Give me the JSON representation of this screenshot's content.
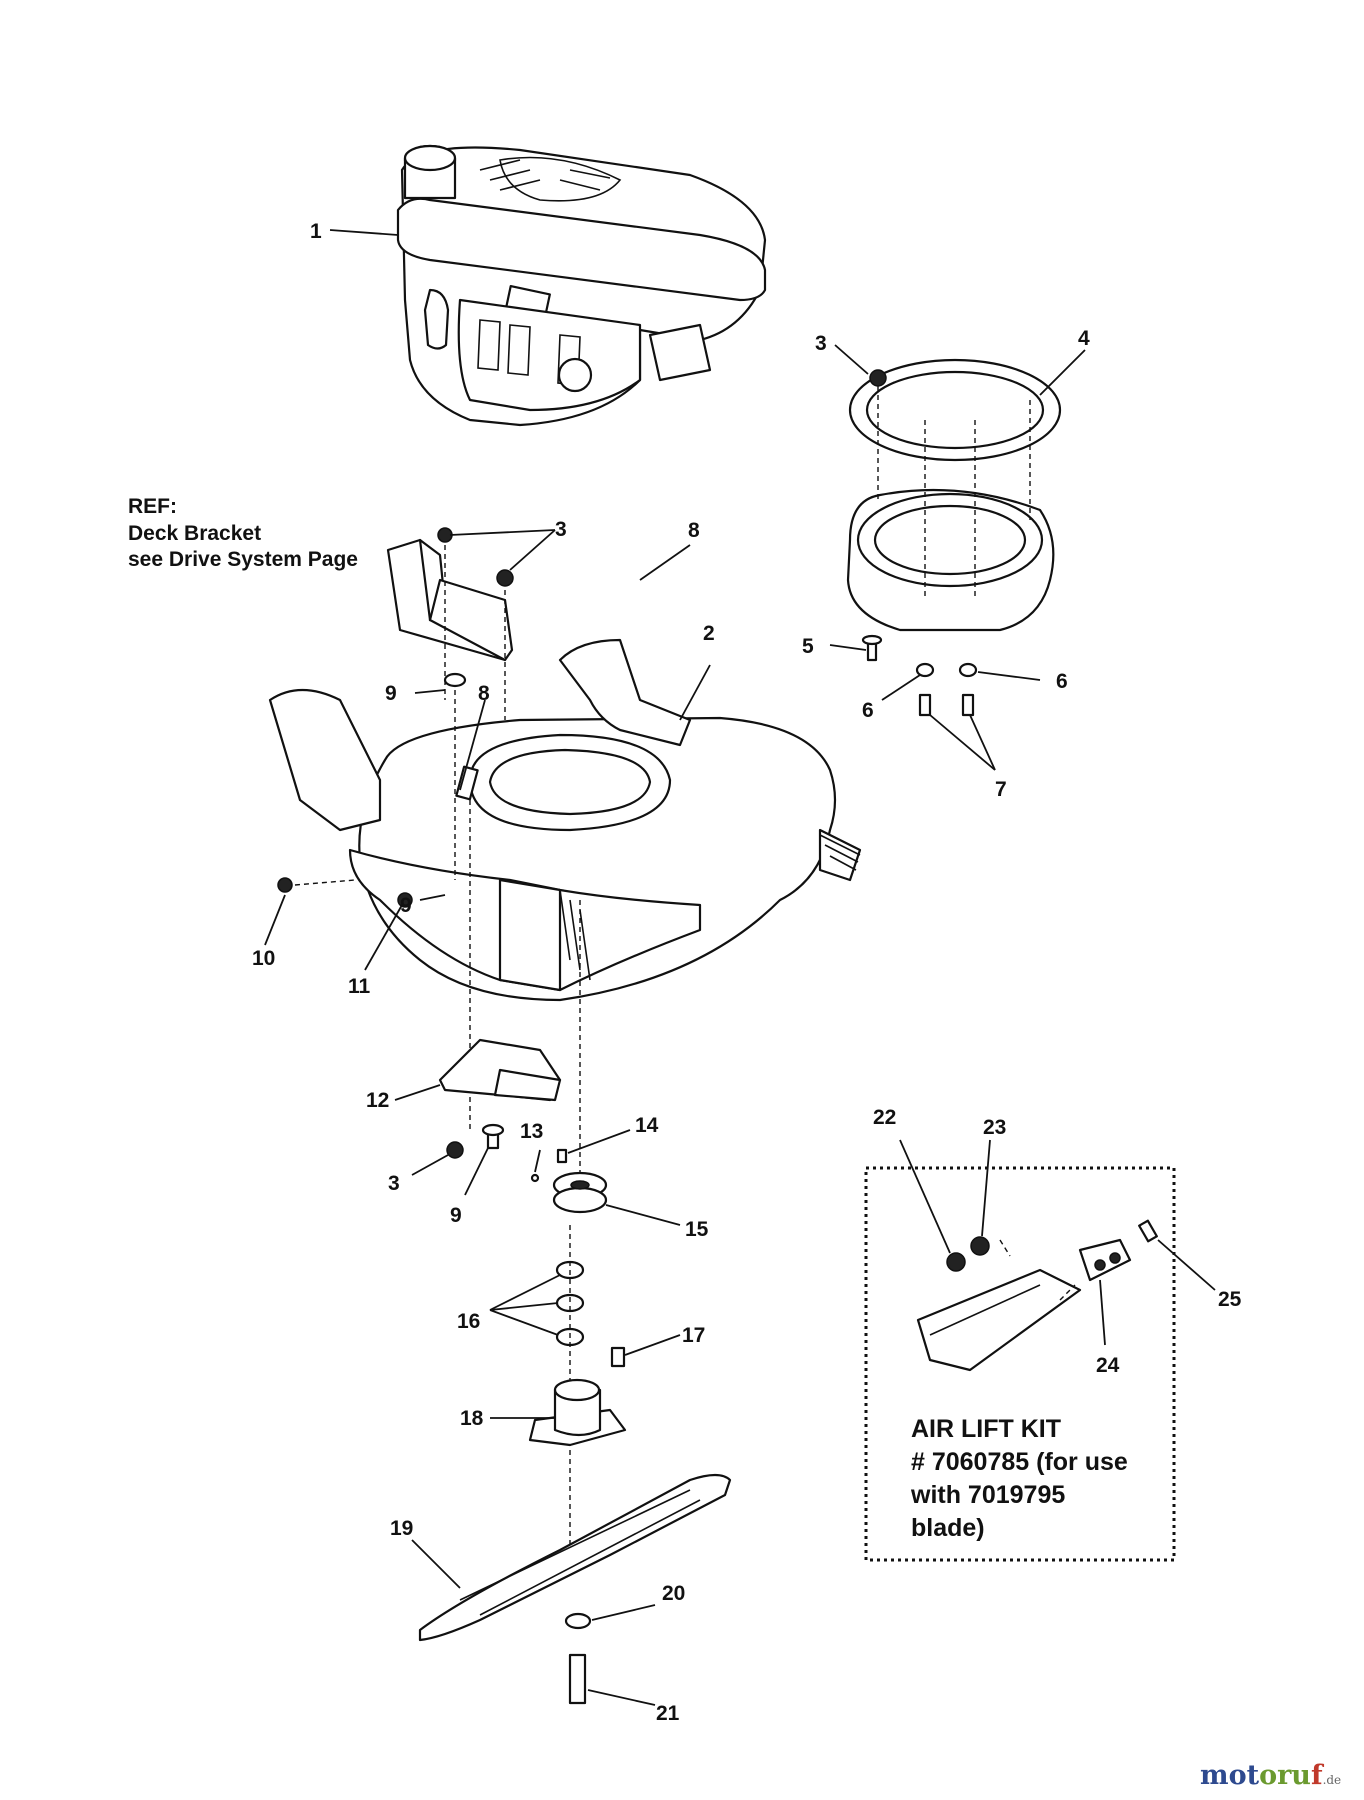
{
  "ref_note": {
    "line1": "REF:",
    "line2": "Deck Bracket",
    "line3": "see Drive System Page"
  },
  "air_lift_kit": {
    "line1": "AIR LIFT KIT",
    "line2": "# 7060785 (for use",
    "line3": "with 7019795",
    "line4": "blade)"
  },
  "callouts": {
    "c1": "1",
    "c2": "2",
    "c3a": "3",
    "c3b": "3",
    "c3c": "3",
    "c4": "4",
    "c5": "5",
    "c6a": "6",
    "c6b": "6",
    "c7": "7",
    "c8a": "8",
    "c8b": "8",
    "c9a": "9",
    "c9b": "9",
    "c9c": "9",
    "c10": "10",
    "c11": "11",
    "c12": "12",
    "c13": "13",
    "c14": "14",
    "c15": "15",
    "c16": "16",
    "c17": "17",
    "c18": "18",
    "c19": "19",
    "c20": "20",
    "c21": "21",
    "c22": "22",
    "c23": "23",
    "c24": "24",
    "c25": "25"
  },
  "watermark": {
    "part1": "mot",
    "part2": "oru",
    "part3": "f",
    "tld": ".de"
  }
}
